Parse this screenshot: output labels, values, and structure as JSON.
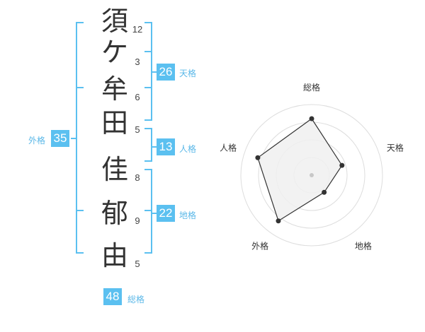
{
  "name": {
    "chars": [
      "須",
      "ケ",
      "牟",
      "田",
      "佳",
      "郁",
      "由"
    ],
    "strokes": [
      "12",
      "3",
      "6",
      "5",
      "8",
      "9",
      "5"
    ]
  },
  "fortune": {
    "tenkaku": {
      "value": "26",
      "label": "天格"
    },
    "jinkaku": {
      "value": "13",
      "label": "人格"
    },
    "chikaku": {
      "value": "22",
      "label": "地格"
    },
    "gaikaku": {
      "value": "35",
      "label": "外格"
    },
    "soukaku": {
      "value": "48",
      "label": "総格"
    }
  },
  "chart_data": {
    "type": "radar",
    "axes": [
      "総格",
      "天格",
      "地格",
      "外格",
      "人格"
    ],
    "values": [
      0.8,
      0.45,
      0.3,
      0.8,
      0.8
    ],
    "colors": {
      "line": "#333333",
      "fill": "#f0f0f0",
      "grid": "#dddddd",
      "bracket": "#5bc0f0"
    }
  }
}
